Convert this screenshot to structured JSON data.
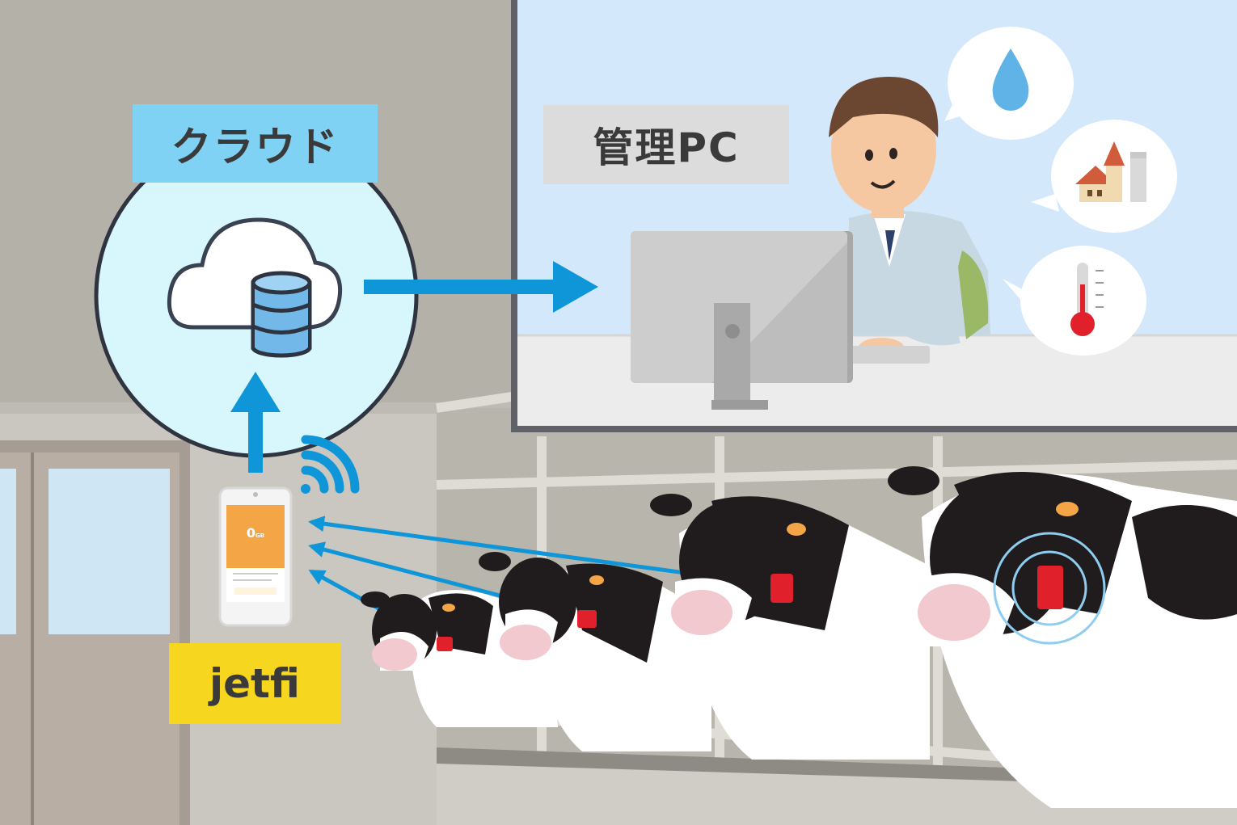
{
  "labels": {
    "cloud": "クラウド",
    "management_pc": "管理PC",
    "device": "jetfi"
  },
  "device_screen": {
    "reading": "0",
    "unit": "GB"
  },
  "icons": {
    "cloud": "cloud-database-icon",
    "wifi": "wifi-signal-icon",
    "water": "water-drop-icon",
    "barn": "farm-barn-icon",
    "temperature": "thermometer-icon",
    "sensor": "collar-sensor-icon"
  },
  "colors": {
    "arrow_blue": "#0e96d8",
    "cloud_label": "#7fd2f3",
    "pc_label": "#dcdcdc",
    "device_label": "#f7d61f",
    "sensor_red": "#e0202a",
    "device_orange": "#f4a646"
  }
}
